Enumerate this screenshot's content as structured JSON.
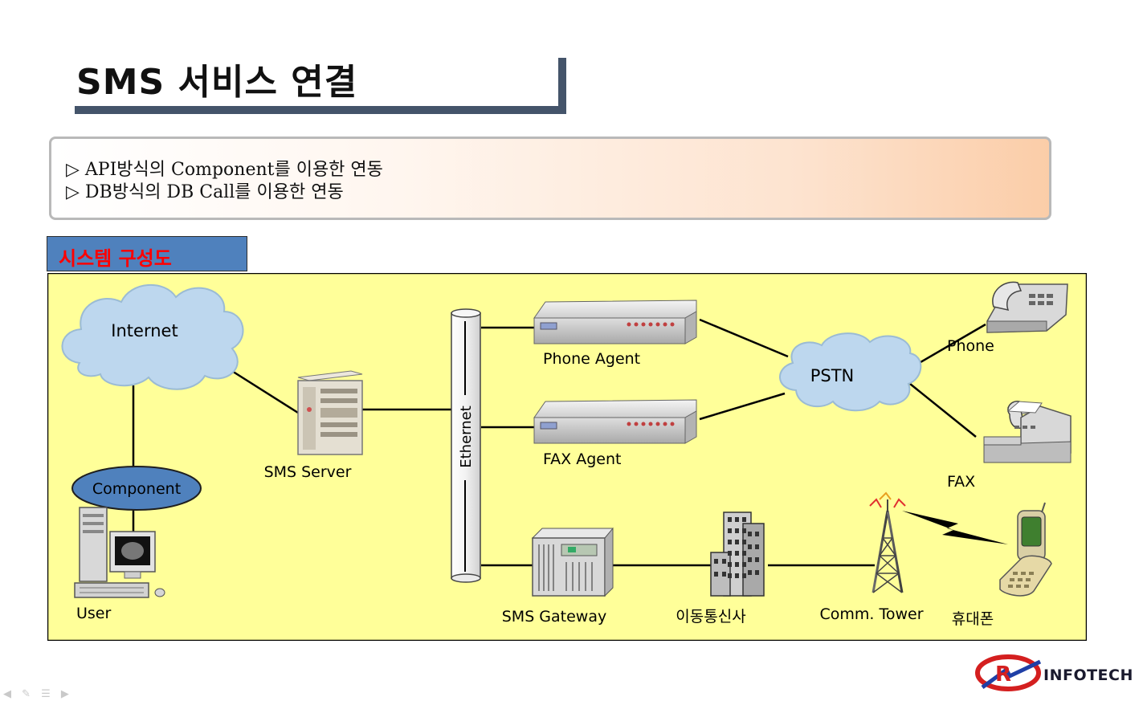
{
  "title": "SMS 서비스 연결",
  "bullets": [
    "▷ API방식의 Component를 이용한 연동",
    "▷ DB방식의 DB Call를 이용한 연동"
  ],
  "section_label": "시스템 구성도",
  "diagram": {
    "nodes": {
      "internet": "Internet",
      "component": "Component",
      "user": "User",
      "sms_server": "SMS Server",
      "ethernet": "Ethernet",
      "phone_agent": "Phone Agent",
      "fax_agent": "FAX Agent",
      "pstn": "PSTN",
      "phone": "Phone",
      "fax": "FAX",
      "sms_gateway": "SMS Gateway",
      "carrier": "이동통신사",
      "comm_tower": "Comm. Tower",
      "mobile_phone": "휴대폰"
    },
    "colors": {
      "background": "#ffff99",
      "cloud": "#bdd7ee",
      "component_ellipse": "#4f81bd",
      "title_bar": "#44546a",
      "section_label_bg": "#4f81bd",
      "section_label_text": "#ff0000"
    }
  },
  "logo": {
    "text": "INFOTECH"
  },
  "nav_icons": [
    "arrow-left-icon",
    "pen-icon",
    "menu-icon",
    "arrow-right-icon"
  ]
}
